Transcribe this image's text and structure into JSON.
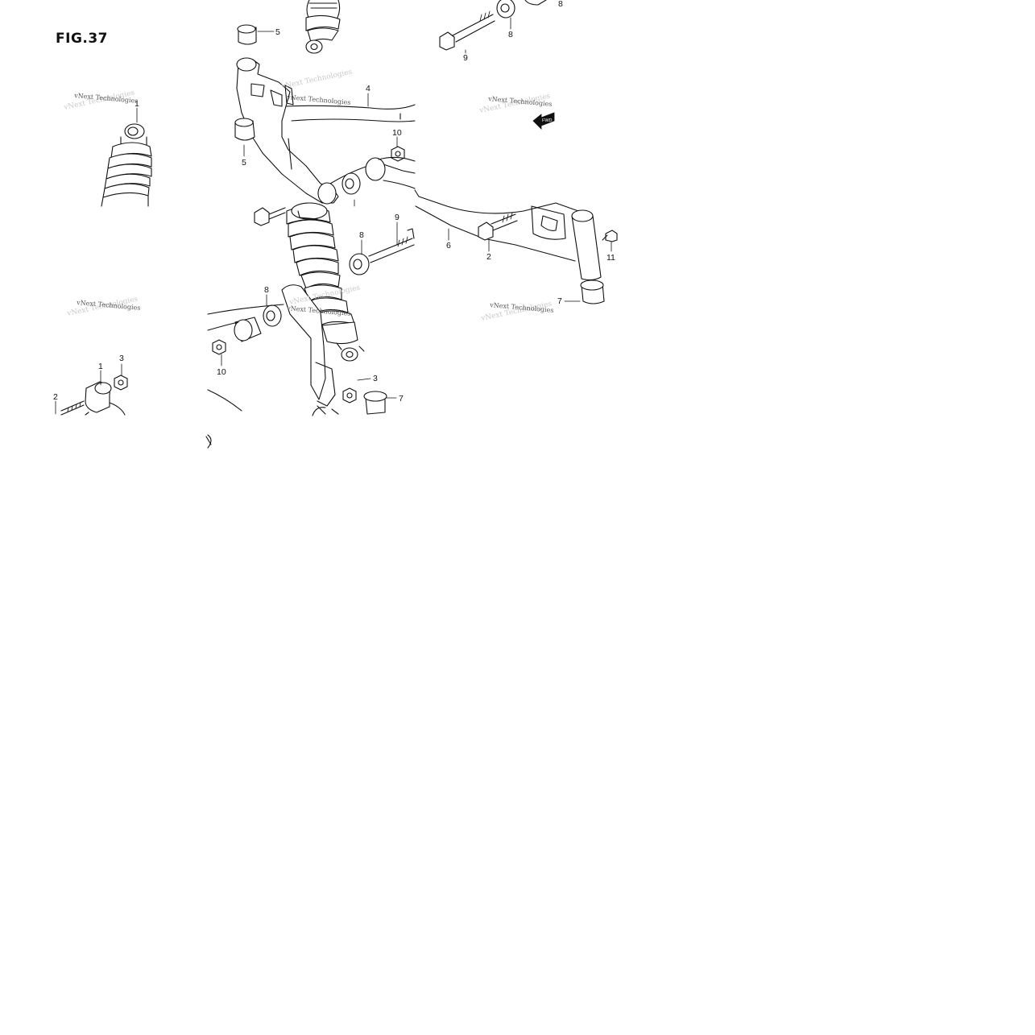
{
  "figure": {
    "title": "FIG.37"
  },
  "watermark": {
    "text": "vNext Technologies"
  },
  "fwd_label": "FWD",
  "callouts": {
    "c1_left_top": "1",
    "c1_left_bottom": "1",
    "c2_left_bottom": "2",
    "c3_left_bottom": "3",
    "c5_top": "5",
    "c5_mid": "5",
    "c4": "4",
    "c10_upper": "10",
    "c10_lower": "10",
    "c8_top": "8",
    "c8_top_right": "8",
    "c8_mid": "8",
    "c8_lower": "8",
    "c9_top": "9",
    "c9_mid": "9",
    "c6": "6",
    "c2_right": "2",
    "c11": "11",
    "c7_right": "7",
    "c7_bottom": "7",
    "c3_bottom": "3"
  },
  "icons": [
    "fwd-arrow-icon",
    "shock-absorber-icon",
    "swing-arm-icon",
    "bolt-icon",
    "nut-icon",
    "bushing-icon"
  ]
}
